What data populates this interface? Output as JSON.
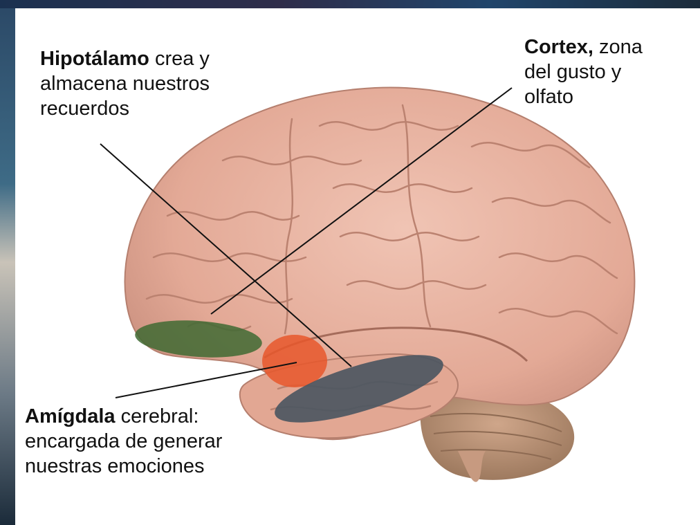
{
  "labels": {
    "hipotalamo": {
      "term": "Hipotálamo",
      "line1_rest": " crea y",
      "line2": "almacena nuestros",
      "line3": "recuerdos"
    },
    "cortex": {
      "term": "Cortex,",
      "line1_rest": " zona",
      "line2": "del gusto y",
      "line3": "olfato"
    },
    "amigdala": {
      "term": "Amígdala",
      "line1_rest": " cerebral:",
      "line2": "encargada de generar",
      "line3": "nuestras emociones"
    }
  },
  "colors": {
    "brain": "#e7b3a2",
    "brain_shadow": "#c8907f",
    "cerebellum": "#b89274",
    "highlight_green": "#3f6a33",
    "highlight_orange": "#e8572b",
    "highlight_gray": "#4a5561",
    "pointer_line": "#111111"
  }
}
